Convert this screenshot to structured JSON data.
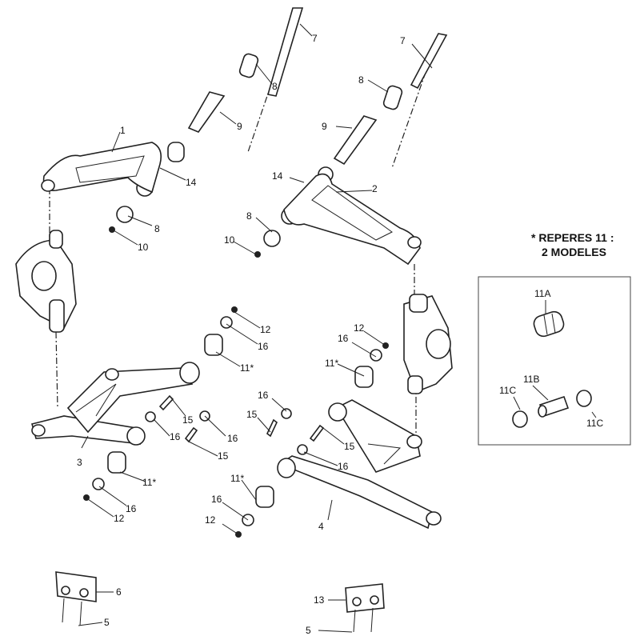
{
  "title": "Rear suspension arms exploded diagram",
  "callouts": [
    "7",
    "8",
    "9",
    "1",
    "14",
    "8",
    "10",
    "7",
    "8",
    "9",
    "14",
    "2",
    "8",
    "10",
    "12",
    "16",
    "11*",
    "12",
    "16",
    "11*",
    "16",
    "15",
    "15",
    "16",
    "16",
    "15",
    "15",
    "16",
    "3",
    "11*",
    "16",
    "12",
    "11*",
    "16",
    "12",
    "4",
    "6",
    "5",
    "13",
    "5"
  ],
  "note": {
    "line1": "* REPERES 11 :",
    "line2": "2 MODELES"
  },
  "inset": {
    "labels": [
      "11A",
      "11B",
      "11C",
      "11C"
    ]
  }
}
